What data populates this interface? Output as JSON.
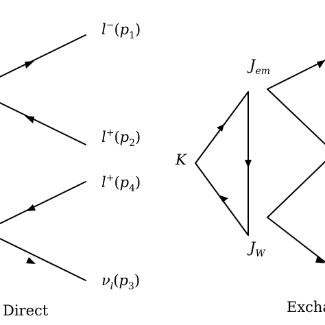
{
  "direct": {
    "caption": "Direct",
    "labels": {
      "l_minus_p1": {
        "base": "l",
        "sup": "−",
        "paren_open": "(",
        "arg": "p",
        "sub": "1",
        "paren_close": ")"
      },
      "l_plus_p2": {
        "base": "l",
        "sup": "+",
        "paren_open": "(",
        "arg": "p",
        "sub": "2",
        "paren_close": ")"
      },
      "l_plus_p4": {
        "base": "l",
        "sup": "+",
        "paren_open": "(",
        "arg": "p",
        "sub": "4",
        "paren_close": ")"
      },
      "nu_l_p3": {
        "base": "ν",
        "base_sub": "l",
        "paren_open": "(",
        "arg": "p",
        "sub": "3",
        "paren_close": ")"
      }
    }
  },
  "exchange": {
    "caption": "Excha",
    "labels": {
      "K": "K",
      "J_em": {
        "base": "J",
        "sub": "em"
      },
      "J_W": {
        "base": "J",
        "sub": "W"
      }
    }
  },
  "colors": {
    "line": "#000000",
    "background": "#ffffff"
  }
}
